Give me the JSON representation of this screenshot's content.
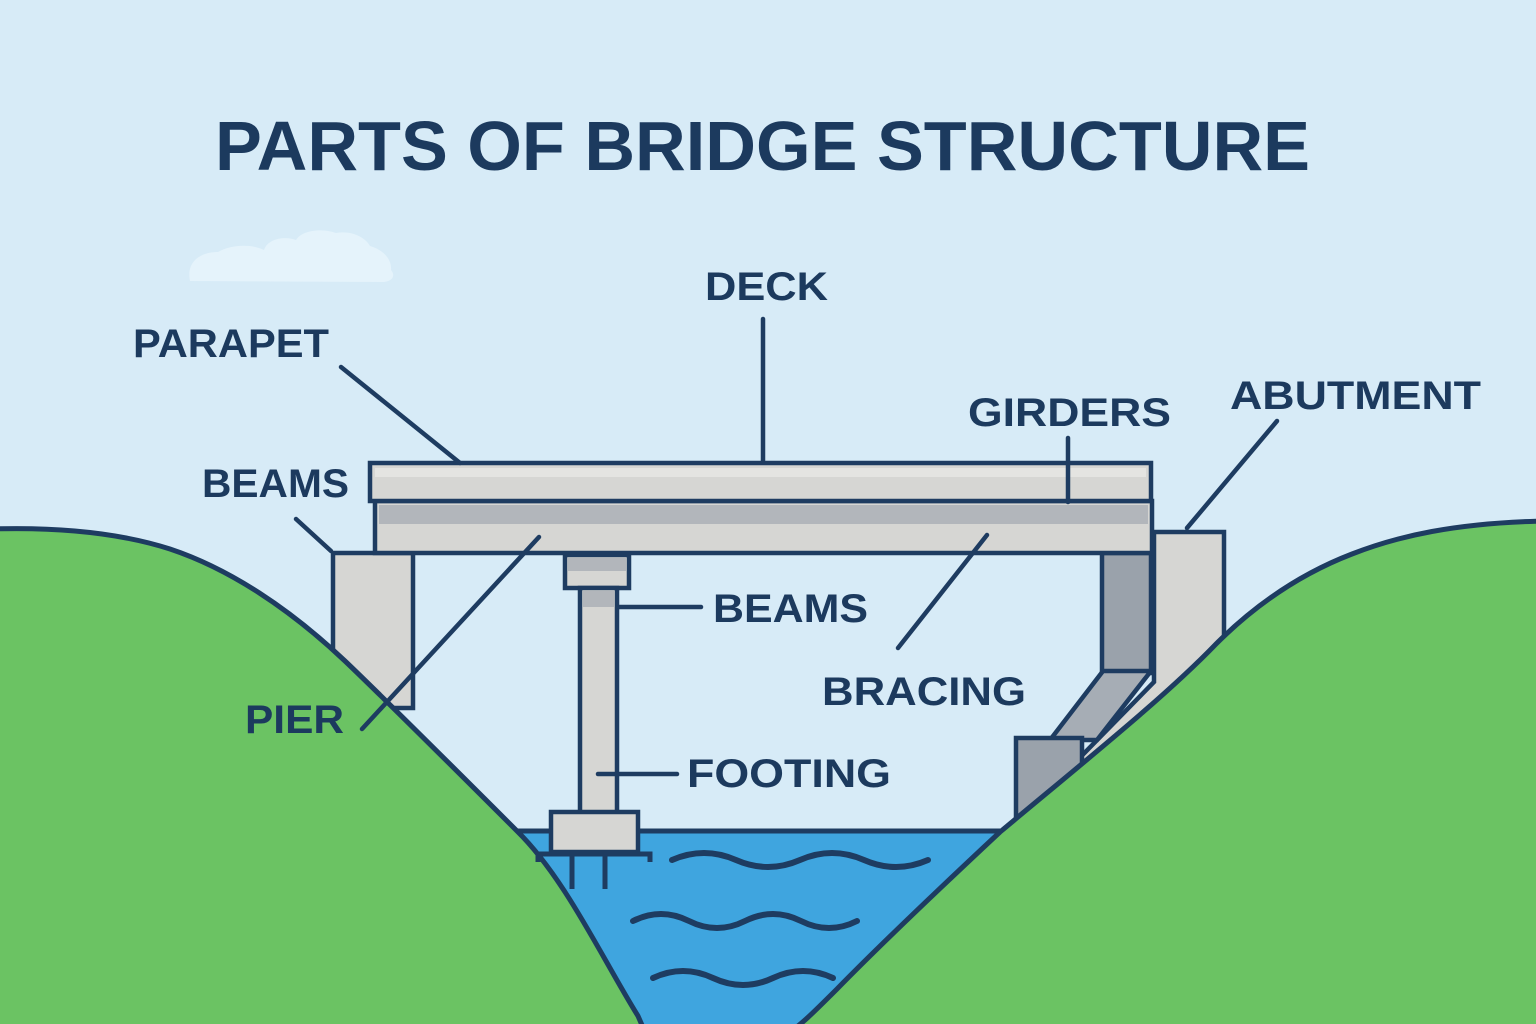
{
  "title": "PARTS OF BRIDGE STRUCTURE",
  "labels": {
    "parapet": "PARAPET",
    "beams_left": "BEAMS",
    "pier": "PIER",
    "deck": "DECK",
    "beams_center": "BEAMS",
    "footing": "FOOTING",
    "bracing": "BRACING",
    "girders": "GIRDERS",
    "abutment": "ABUTMENT"
  },
  "palette": {
    "sky": "#d7ebf7",
    "cloud": "#e5f3fb",
    "hill-green": "#6bc363",
    "outline-navy": "#1e3c61",
    "text-navy": "#1c3a5e",
    "water-blue": "#3fa5df",
    "concrete-light": "#d6d6d3",
    "concrete-mid": "#b2b6bb",
    "concrete-dark": "#9aa2ab",
    "concrete-dark2": "#a6adb5",
    "concrete-highlight": "#e4e4e1"
  }
}
